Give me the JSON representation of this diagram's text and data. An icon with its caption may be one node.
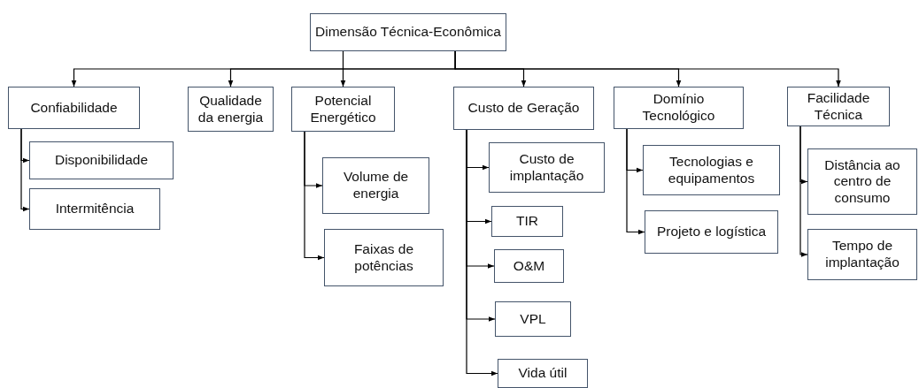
{
  "diagram": {
    "nodes": [
      {
        "text": [
          "Dimensão Técnica-Econômica"
        ]
      },
      {
        "text": [
          "Confiabilidade"
        ]
      },
      {
        "text": [
          "Disponibilidade"
        ]
      },
      {
        "text": [
          "Intermitência"
        ]
      },
      {
        "text": [
          "Qualidade da energia"
        ]
      },
      {
        "text": [
          "Potencial Energético"
        ]
      },
      {
        "text": [
          "Volume de energia"
        ]
      },
      {
        "text": [
          "Faixas de potências"
        ]
      },
      {
        "text": [
          "Custo de Geração"
        ]
      },
      {
        "text": [
          "Custo de implantação"
        ]
      },
      {
        "text": [
          "TIR"
        ]
      },
      {
        "text": [
          "O&M"
        ]
      },
      {
        "text": [
          "VPL"
        ]
      },
      {
        "text": [
          "Vida útil"
        ]
      },
      {
        "text": [
          "Domínio Tecnológico"
        ]
      },
      {
        "text": [
          "Tecnologias e equipamentos"
        ]
      },
      {
        "text": [
          "Projeto e logística"
        ]
      },
      {
        "text": [
          "Facilidade Técnica"
        ]
      },
      {
        "text": [
          "Distância ao centro de consumo"
        ]
      },
      {
        "text": [
          "Tempo de implantação"
        ]
      }
    ],
    "edges": [
      {
        "from": 0,
        "to": 1,
        "arrow": "to"
      },
      {
        "from": 0,
        "to": 4,
        "arrow": "to"
      },
      {
        "from": 0,
        "to": 5,
        "arrow": "to"
      },
      {
        "from": 0,
        "to": 8,
        "arrow": "to"
      },
      {
        "from": 0,
        "to": 14,
        "arrow": "to"
      },
      {
        "from": 0,
        "to": 17,
        "arrow": "to"
      },
      {
        "from": 1,
        "to": 2,
        "arrow": "to"
      },
      {
        "from": 1,
        "to": 3,
        "arrow": "to"
      },
      {
        "from": 5,
        "to": 6,
        "arrow": "to"
      },
      {
        "from": 5,
        "to": 7,
        "arrow": "to"
      },
      {
        "from": 8,
        "to": 9,
        "arrow": "to"
      },
      {
        "from": 8,
        "to": 10,
        "arrow": "to"
      },
      {
        "from": 8,
        "to": 11,
        "arrow": "to"
      },
      {
        "from": 8,
        "to": 12,
        "arrow": "to"
      },
      {
        "from": 8,
        "to": 13,
        "arrow": "to"
      },
      {
        "from": 14,
        "to": 15,
        "arrow": "to"
      },
      {
        "from": 14,
        "to": 16,
        "arrow": "to"
      },
      {
        "from": 17,
        "to": 18,
        "arrow": "to"
      },
      {
        "from": 17,
        "to": 19,
        "arrow": "to"
      }
    ]
  }
}
